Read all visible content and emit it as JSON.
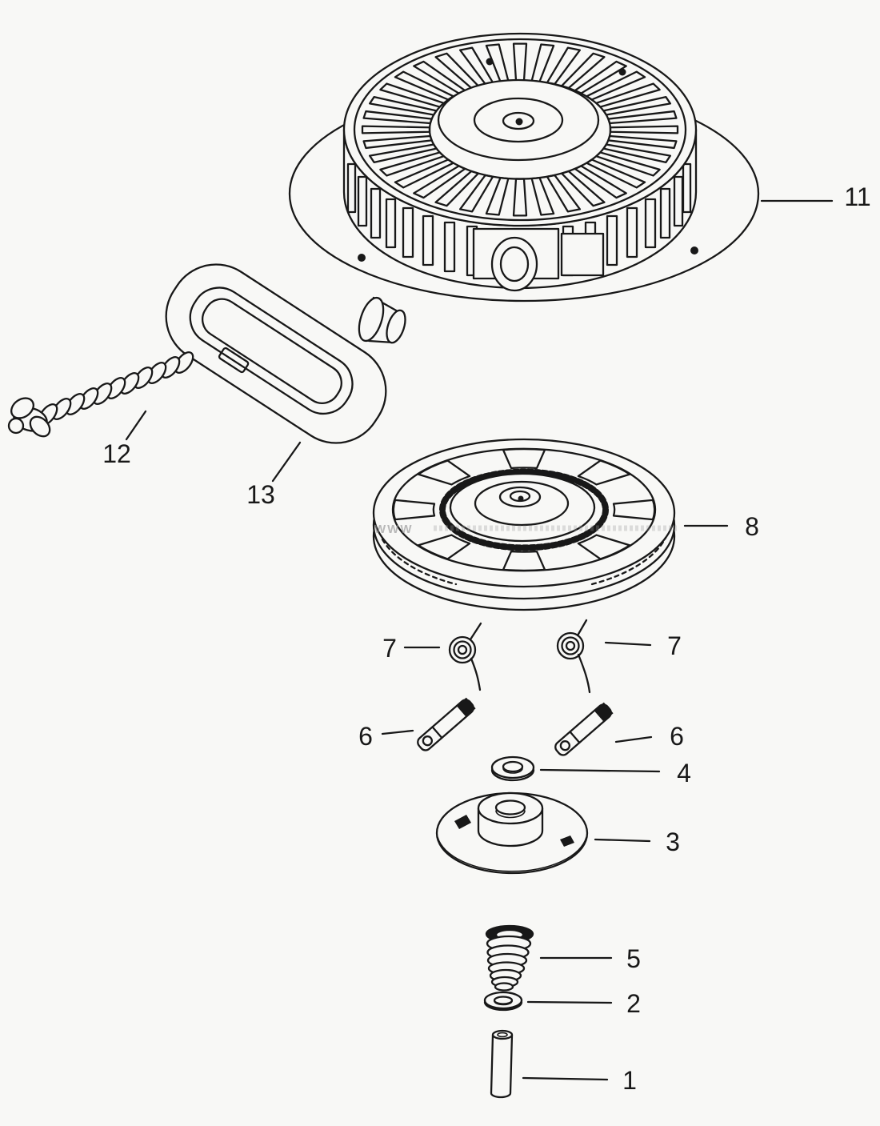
{
  "page": {
    "background": "#f8f8f6",
    "ink": "#181818"
  },
  "diagram": {
    "type": "exploded-parts-diagram",
    "subject": "recoil-starter-assembly",
    "watermark": "WWW",
    "callouts": {
      "housing": "11",
      "rope": "12",
      "handle": "13",
      "pulley": "8",
      "spring_left": "7",
      "spring_right": "7",
      "pawl_left": "6",
      "pawl_right": "6",
      "washer_upper": "4",
      "retainer": "3",
      "spring_cup": "5",
      "washer_lower": "2",
      "pin": "1"
    }
  }
}
